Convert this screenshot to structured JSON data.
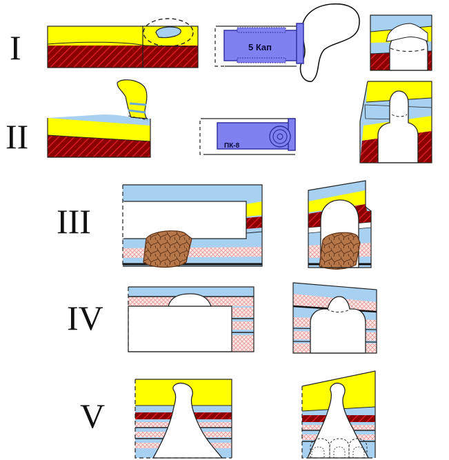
{
  "rows": {
    "r1": {
      "label": "I"
    },
    "r2": {
      "label": "II"
    },
    "r3": {
      "label": "III"
    },
    "r4": {
      "label": "IV"
    },
    "r5": {
      "label": "V"
    }
  },
  "equipment": {
    "machine_1": "5 Кап",
    "machine_2": "ПК-8"
  },
  "colors": {
    "coal_seam": "#ffff00",
    "sandstone_light_blue": "#a8d0f0",
    "hatched_bed": "#8b0000",
    "pink_crosshatch": "#f2c6c6",
    "collapsed_rock": "#b5774a",
    "machine": "#8080f0"
  }
}
